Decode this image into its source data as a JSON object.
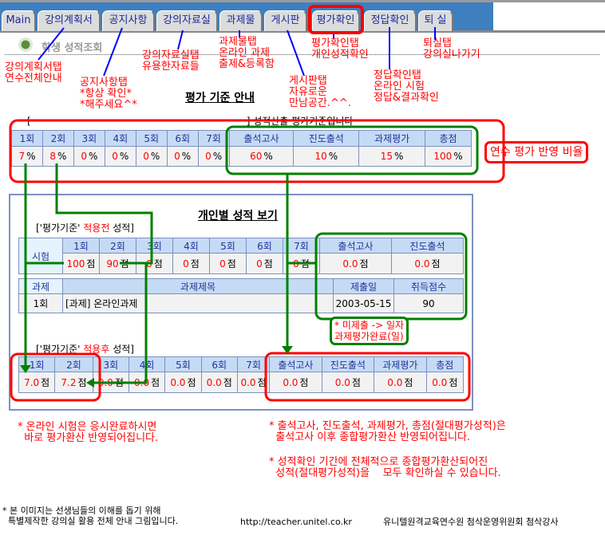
{
  "tabs": [
    "Main",
    "강의계획서",
    "공지사항",
    "강의자료실",
    "과제물",
    "게시판",
    "평가확인",
    "정답확인",
    "퇴 실"
  ],
  "page_heading": "학생 성적조회",
  "annotations": {
    "syllabus": "강의계획서탭\n연수전체안내",
    "notice": "공지사항탭\n*항상 확인*\n*해주세요^*",
    "materials": "강의자료실탭\n유용한자료들",
    "assignment": "과제물탭\n온라인 과제\n출제&등록함",
    "board": "게시판탭\n자유로운\n만남공간.^^.",
    "grade": "평가확인탭\n개인성적확인",
    "answers": "정답확인탭\n온라인 시험\n정답&결과확인",
    "exit": "퇴실탭\n강의실나가기",
    "ratio_label": "연수 평가 반영 비율",
    "unsubmitted": "* 미제출 -> 일자\n과제평가완료(일)"
  },
  "criteria": {
    "title": "평가 기준 안내",
    "caption": "성적산출 평가기준입니다",
    "headers": [
      "1회",
      "2회",
      "3회",
      "4회",
      "5회",
      "6회",
      "7회",
      "출석고사",
      "진도출석",
      "과제평가",
      "총점"
    ],
    "values": [
      "7",
      "8",
      "0",
      "0",
      "0",
      "0",
      "0",
      "60",
      "10",
      "15",
      "100"
    ],
    "unit": "%"
  },
  "personal": {
    "title": "개인별 성적 보기",
    "before_label": [
      "['평가기준' ",
      "적용전",
      " 성적]"
    ],
    "after_label": [
      "['평가기준' ",
      "적용후",
      " 성적]"
    ],
    "exam_label": "시험",
    "exam_headers": [
      "1회",
      "2회",
      "3회",
      "4회",
      "5회",
      "6회",
      "7회",
      "출석고사",
      "진도출석"
    ],
    "exam_values": [
      "100",
      "90",
      "0",
      "0",
      "0",
      "0",
      "0",
      "0.0",
      "0.0"
    ],
    "unit": "점",
    "assign_headers": [
      "과제",
      "과제제목",
      "제출일",
      "취득점수"
    ],
    "assign_row": [
      "1회",
      "[과제] 온라인과제",
      "2003-05-15",
      "90"
    ],
    "after_headers": [
      "1회",
      "2회",
      "3회",
      "4회",
      "5회",
      "6회",
      "7회",
      "출석고사",
      "진도출석",
      "과제평가",
      "총점"
    ],
    "after_values": [
      "7.0",
      "7.2",
      "0.0",
      "0.0",
      "0.0",
      "0.0",
      "0.0",
      "0.0",
      "0.0",
      "0.0",
      "0.0"
    ]
  },
  "notes": {
    "left": "* 온라인 시험은 응시완료하시면\n  바로 평가환산 반영되어집니다.",
    "right1": "* 출석고사, 진도출석, 과제평가, 총점(절대평가성적)은\n  출석고사 이후 종합평가환산 반영되어집니다.",
    "right2": "* 성적확인 기간에 전체적으로 종합평가환산되어진\n  성적(절대평가성적)을    모두 확인하실 수 있습니다."
  },
  "footer": {
    "note": "* 본 이미지는 선생님들의 이해를 돕기 위해\n  특별제작한 강의실 활용 전체 안내 그림입니다.",
    "url": "http://teacher.unitel.co.kr",
    "org": "유니텔원격교육연수원 첨삭운영위원회 첨삭강사"
  },
  "colors": {
    "annotation": "#ff0000",
    "highlight_green": "#008000",
    "tab_bar": "#3e7fc0"
  }
}
